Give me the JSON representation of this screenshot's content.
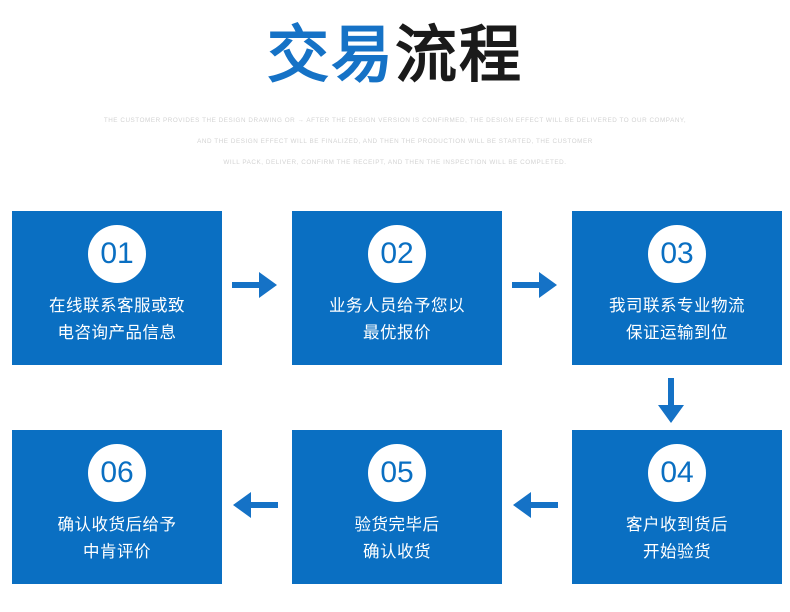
{
  "header": {
    "title_highlight": "交易",
    "title_rest": "流程",
    "subtitle_line1": "THE CUSTOMER PROVIDES THE DESIGN DRAWING OR → AFTER THE DESIGN VERSION IS CONFIRMED, THE DESIGN EFFECT WILL BE DELIVERED TO OUR COMPANY,",
    "subtitle_line2": "AND THE DESIGN EFFECT WILL BE FINALIZED, AND THEN THE PRODUCTION WILL BE STARTED, THE CUSTOMER",
    "subtitle_line3": "WILL PACK, DELIVER, CONFIRM THE RECEIPT, AND THEN THE INSPECTION WILL BE COMPLETED."
  },
  "colors": {
    "box_blue": "#0a6fc2",
    "title_blue": "#1572c6",
    "title_dark": "#1a1a1a",
    "arrow_blue": "#1572c6",
    "subtitle_gray": "#d3d3d3",
    "badge_white": "#ffffff"
  },
  "steps": [
    {
      "number": "01",
      "line1": "在线联系客服或致",
      "line2": "电咨询产品信息"
    },
    {
      "number": "02",
      "line1": "业务人员给予您以",
      "line2": "最优报价"
    },
    {
      "number": "03",
      "line1": "我司联系专业物流",
      "line2": "保证运输到位"
    },
    {
      "number": "04",
      "line1": "客户收到货后",
      "line2": "开始验货"
    },
    {
      "number": "05",
      "line1": "验货完毕后",
      "line2": "确认收货"
    },
    {
      "number": "06",
      "line1": "确认收货后给予",
      "line2": "中肯评价"
    }
  ],
  "arrows": [
    {
      "name": "arrow-right-step1-to-step2",
      "direction": "right"
    },
    {
      "name": "arrow-right-step2-to-step3",
      "direction": "right"
    },
    {
      "name": "arrow-down-step3-to-step4",
      "direction": "down"
    },
    {
      "name": "arrow-left-step4-to-step5",
      "direction": "left"
    },
    {
      "name": "arrow-left-step5-to-step6",
      "direction": "left"
    }
  ]
}
